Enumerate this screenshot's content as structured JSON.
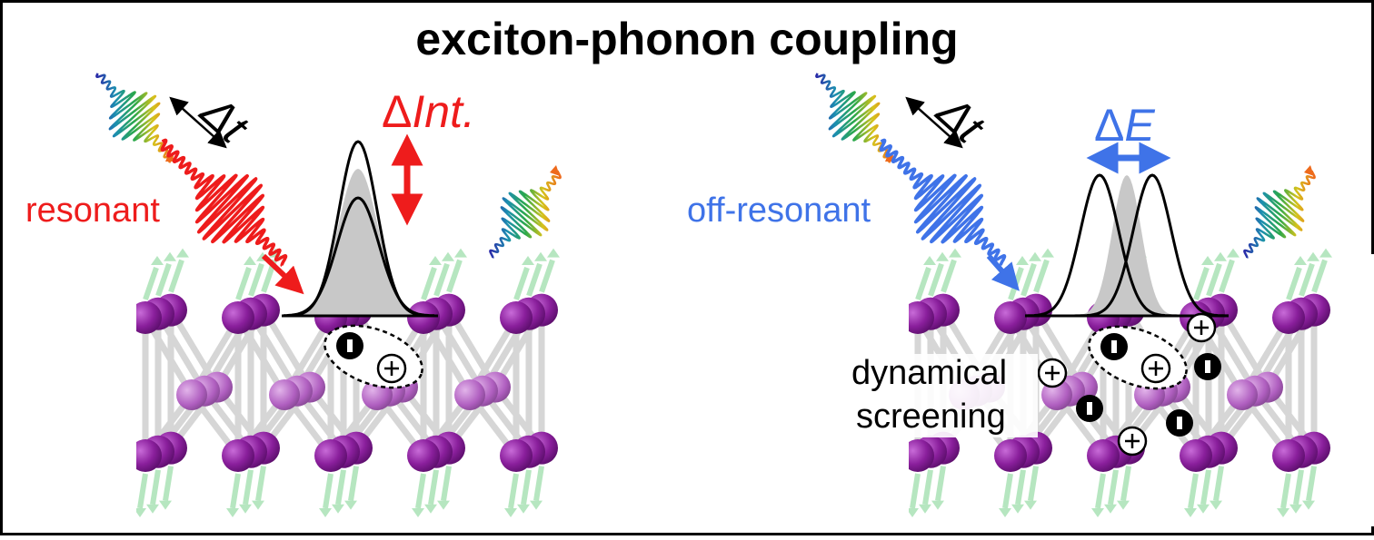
{
  "title": "exciton-phonon coupling",
  "left": {
    "delay_label": "Δt",
    "pump_label": "resonant",
    "effect_label": "ΔInt."
  },
  "right": {
    "delay_label": "Δt",
    "pump_label": "off-resonant",
    "effect_label": "ΔE",
    "screening_line1": "dynamical",
    "screening_line2": "screening"
  },
  "colors": {
    "resonant": "#ee1c1c",
    "off_resonant": "#3f73e8",
    "atom": "#8a1f9c",
    "atom_light": "#b05fc0",
    "phonon_arrow": "#b6e6c0",
    "bond": "#d6d6d6",
    "gauss_fill": "#c8c8c8"
  },
  "icons": [
    "minus-charge-icon",
    "plus-charge-icon",
    "double-arrow-icon",
    "wave-packet-icon"
  ]
}
